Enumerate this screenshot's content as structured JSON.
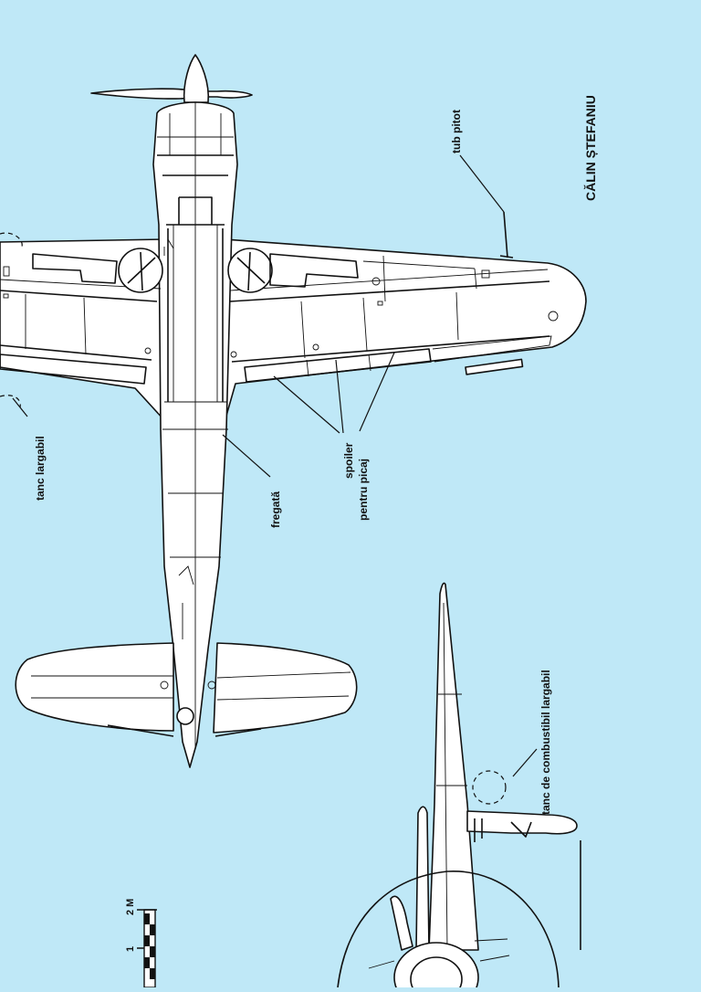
{
  "labels": {
    "author": "CĂLIN ȘTEFANIU",
    "tub_pitot": "tub pitot",
    "tanc_largabil": "tanc largabil",
    "fregata": "fregată",
    "spoiler_line1": "spoiler",
    "spoiler_line2": "pentru picaj",
    "tanc_combustibil": "tanc de combustibil largabil"
  },
  "scale": {
    "label_2m": "2 M",
    "label_1": "1"
  },
  "colors": {
    "background": "#bfe8f7",
    "line": "#111111",
    "fill": "#ffffff"
  }
}
